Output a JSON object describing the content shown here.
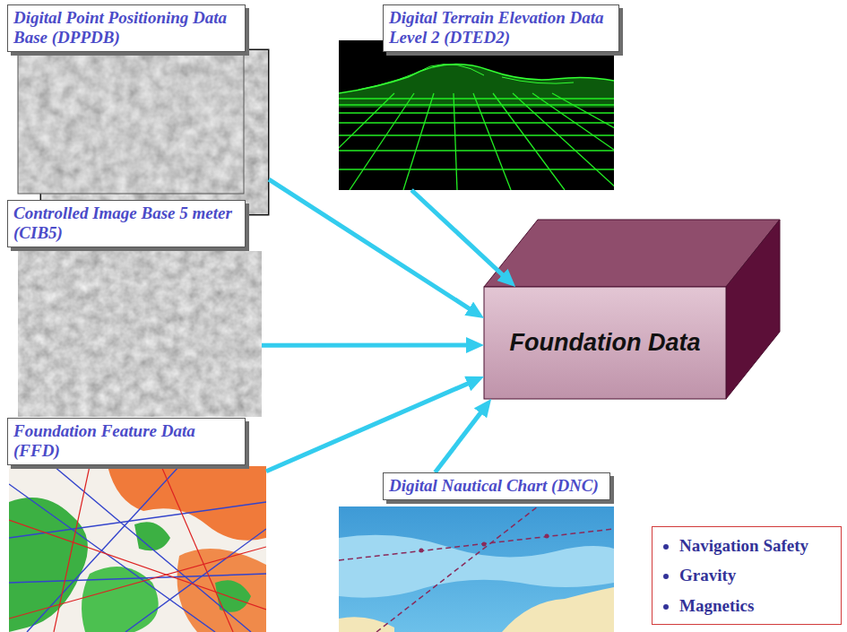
{
  "diagram": {
    "nodes": [
      {
        "text": [
          "Digital Point Positioning Data Base (DPPDB)"
        ]
      },
      {
        "text": [
          "Digital Terrain Elevation Data Level 2 (DTED2)"
        ]
      },
      {
        "text": [
          "Controlled Image Base 5 meter (CIB5)"
        ]
      },
      {
        "text": [
          "Foundation Data"
        ]
      },
      {
        "text": [
          "Foundation Feature Data (FFD)"
        ]
      },
      {
        "text": [
          "Digital Nautical Chart (DNC)"
        ]
      },
      {
        "text": [
          "Navigation Safety",
          "Gravity",
          "Magnetics"
        ]
      }
    ],
    "edges": [
      {
        "from": 0,
        "to": 3,
        "arrow": "to"
      },
      {
        "from": 1,
        "to": 3,
        "arrow": "to"
      },
      {
        "from": 2,
        "to": 3,
        "arrow": "to"
      },
      {
        "from": 4,
        "to": 3,
        "arrow": "to"
      },
      {
        "from": 5,
        "to": 3,
        "arrow": "to"
      }
    ]
  }
}
